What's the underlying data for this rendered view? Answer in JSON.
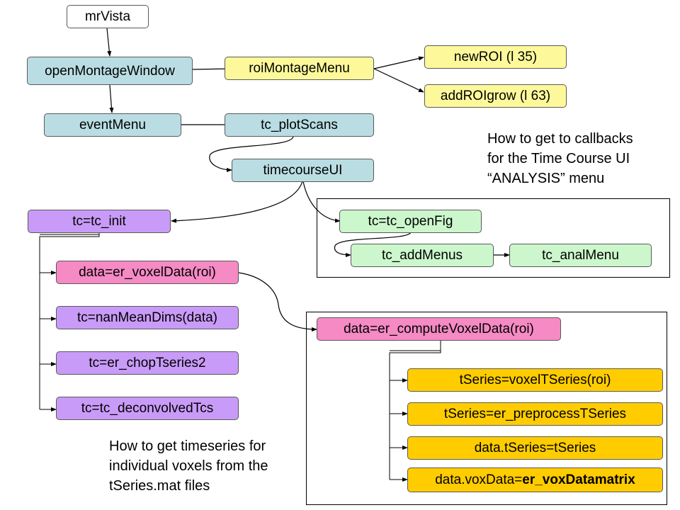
{
  "nodes": {
    "mrvista": "mrVista",
    "open_montage_window": "openMontageWindow",
    "roi_montage_menu": "roiMontageMenu",
    "new_roi": "newROI (l 35)",
    "add_roi_grow": "addROIgrow (l 63)",
    "event_menu": "eventMenu",
    "tc_plot_scans": "tc_plotScans",
    "timecourse_ui": "timecourseUI",
    "tc_init": "tc=tc_init",
    "tc_open_fig": "tc=tc_openFig",
    "tc_add_menus": "tc_addMenus",
    "tc_anal_menu": "tc_analMenu",
    "er_voxel_data": "data=er_voxelData(roi)",
    "nan_mean_dims": "tc=nanMeanDims(data)",
    "er_chop_tseries2": "tc=er_chopTseries2",
    "tc_deconvolved_tcs": "tc=tc_deconvolvedTcs",
    "er_compute_voxel_data": "data=er_computeVoxelData(roi)",
    "voxel_tseries": "tSeries=voxelTSeries(roi)",
    "er_preprocess_tseries": "tSeries=er_preprocessTSeries",
    "data_tseries": "data.tSeries=tSeries",
    "data_voxdata_prefix": "data.voxData=",
    "data_voxdata_bold": "er_voxDatamatrix"
  },
  "notes": {
    "callbacks": [
      "How to get to callbacks",
      "for the Time Course UI",
      "“ANALYSIS” menu"
    ],
    "timeseries": [
      "How to get timeseries for",
      "individual voxels from the",
      "tSeries.mat files"
    ]
  },
  "colors": {
    "white": "#ffffff",
    "teal": "#b9dde3",
    "yellow": "#fdf99a",
    "green": "#ccf7cc",
    "purple": "#c99bf8",
    "pink": "#f58ac4",
    "gold": "#ffcc00"
  }
}
